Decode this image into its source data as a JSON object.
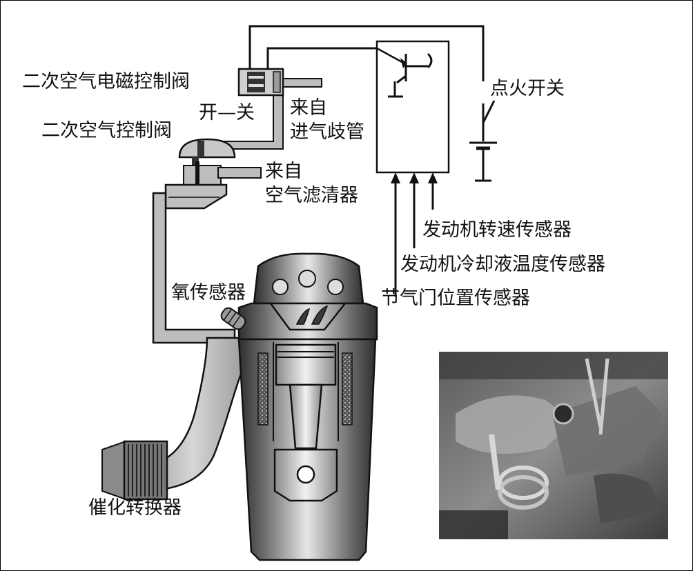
{
  "labels": {
    "solenoid_valve": "二次空气电磁控制阀",
    "on_off": "开—关",
    "from_intake_line1": "来自",
    "from_intake_line2": "进气歧管",
    "control_valve": "二次空气控制阀",
    "from_filter_line1": "来自",
    "from_filter_line2": "空气滤清器",
    "ignition_switch": "点火开关",
    "engine_speed_sensor": "发动机转速传感器",
    "coolant_temp_sensor": "发动机冷却液温度传感器",
    "oxygen_sensor": "氧传感器",
    "throttle_position_sensor": "节气门位置传感器",
    "catalytic_converter": "催化转换器"
  },
  "colors": {
    "pipe_fill": "#bdbdbd",
    "line": "#111111",
    "engine_dark": "#4a4a4a",
    "engine_light": "#d9d9d9"
  },
  "icons": {
    "transistor": "transistor-symbol",
    "battery": "battery-symbol",
    "switch": "switch-symbol"
  }
}
